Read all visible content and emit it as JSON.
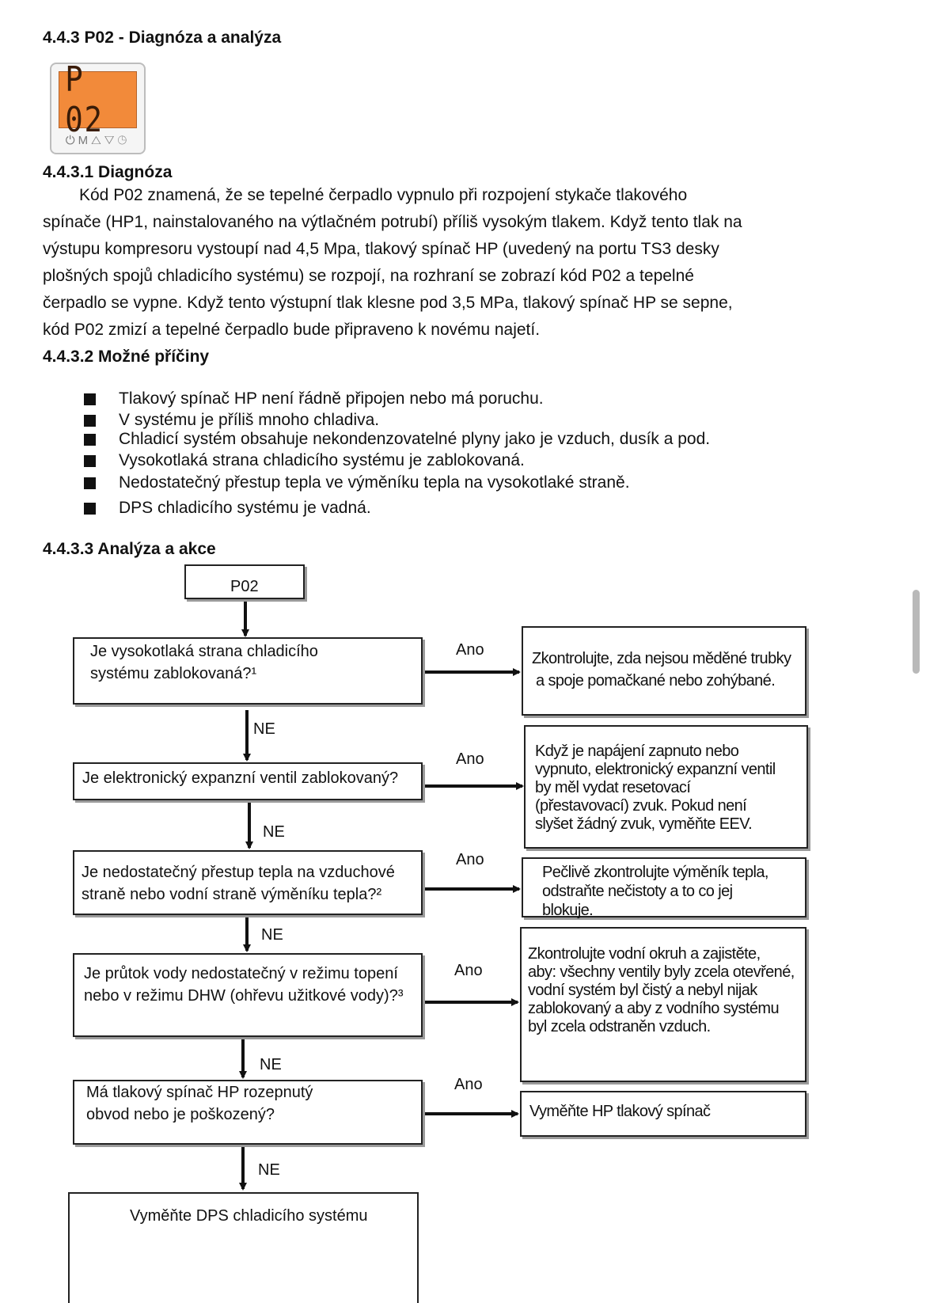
{
  "section_title": "4.4.3 P02 - Diagnóza a analýza",
  "device": {
    "display_code": "P 02",
    "button_icons": [
      "power-icon",
      "mode-icon",
      "up-icon",
      "down-icon",
      "clock-icon"
    ],
    "button_glyphs": "⏻M△▽◷",
    "screen_color": "#f28a3a"
  },
  "diagnosis": {
    "title": "4.4.3.1 Diagnóza",
    "lines": [
      "Kód P02 znamená, že se tepelné čerpadlo vypnulo při rozpojení stykače tlakového",
      "spínače (HP1, nainstalovaného na výtlačném potrubí) příliš vysokým tlakem. Když tento tlak na",
      "výstupu kompresoru vystoupí nad 4,5 Mpa, tlakový spínač HP (uvedený na portu TS3 desky",
      "plošných spojů chladicího systému) se rozpojí, na rozhraní se zobrazí  kód P02 a tepelné",
      "čerpadlo se vypne. Když tento výstupní tlak klesne pod 3,5 MPa, tlakový spínač HP se sepne,",
      "kód  P02 zmizí a tepelné čerpadlo bude připraveno k novému najetí."
    ]
  },
  "causes": {
    "title": "4.4.3.2 Možné příčiny",
    "items": [
      "Tlakový spínač HP není řádně připojen nebo má poruchu.",
      "V systému je příliš mnoho chladiva.",
      "Chladicí systém obsahuje nekondenzovatelné plyny jako je vzduch, dusík a pod.",
      "Vysokotlaká strana chladicího systému je zablokovaná.",
      "Nedostatečný přestup tepla ve výměníku tepla na vysokotlaké straně.",
      "DPS chladicího systému je vadná."
    ]
  },
  "analysis": {
    "title": "4.4.3.3 Analýza a akce",
    "start_label": "P02",
    "questions": [
      {
        "lines": [
          "Je vysokotlaká strana chladicího",
          "systému zablokovaná?¹"
        ]
      },
      {
        "lines": [
          "Je elektronický expanzní ventil zablokovaný?"
        ]
      },
      {
        "lines": [
          "Je nedostatečný přestup tepla na vzduchové",
          "straně nebo vodní straně výměníku tepla?²"
        ]
      },
      {
        "lines": [
          "Je průtok vody nedostatečný  v režimu topení",
          "nebo v režimu DHW (ohřevu užitkové vody)?³"
        ]
      },
      {
        "lines": [
          "Má tlakový spínač HP rozepnutý",
          "obvod nebo je poškozený?"
        ]
      }
    ],
    "actions": [
      {
        "lines": [
          "Zkontrolujte, zda nejsou měděné trubky",
          "a spoje pomačkané nebo zohýbané."
        ]
      },
      {
        "lines": [
          "Když je napájení zapnuto nebo",
          "vypnuto, elektronický expanzní ventil",
          "by měl vydat resetovací",
          "(přestavovací)  zvuk. Pokud není",
          "slyšet žádný zvuk, vyměňte EEV."
        ]
      },
      {
        "lines": [
          "Pečlivě zkontrolujte výměník tepla,",
          "odstraňte nečistoty a to co jej",
          "blokuje."
        ]
      },
      {
        "lines": [
          "Zkontrolujte vodní okruh a zajistěte,",
          "aby: všechny ventily byly zcela otevřené,",
          "vodní systém byl čistý a nebyl nijak",
          "zablokovaný a aby  z vodního systému",
          "byl zcela odstraněn vzduch."
        ]
      },
      {
        "lines": [
          "Vyměňte HP tlakový spínač"
        ]
      }
    ],
    "yes_label": "Ano",
    "no_label": "NE",
    "final_label": "Vyměňte DPS chladicího systému"
  }
}
